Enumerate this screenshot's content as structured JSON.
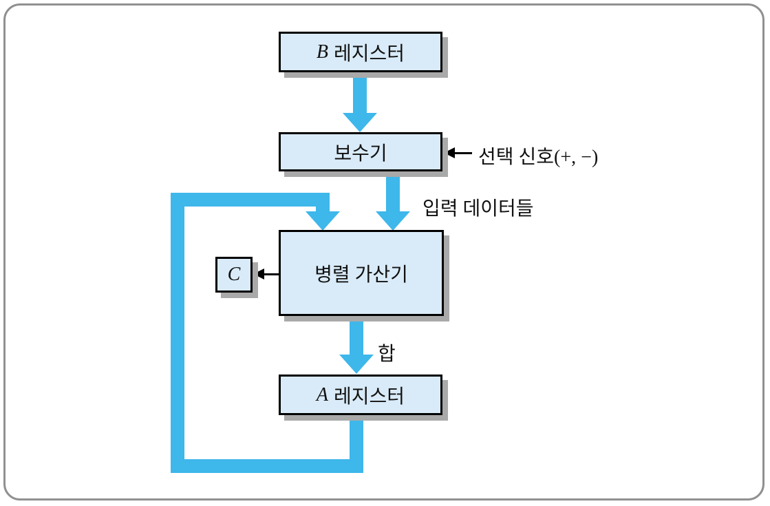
{
  "diagram": {
    "title_domain": "register-adder-block-diagram",
    "boxes": {
      "b_register": {
        "variable": "B",
        "label": "레지스터"
      },
      "complementer": {
        "label": "보수기"
      },
      "parallel_adder": {
        "label": "병렬 가산기"
      },
      "carry": {
        "variable": "C"
      },
      "a_register": {
        "variable": "A",
        "label": "레지스터"
      }
    },
    "annotations": {
      "select_signal": "선택 신호(+, −)",
      "input_data": "입력 데이터들",
      "sum": "합"
    },
    "colors": {
      "box_fill": "#d9ebf8",
      "arrow_blue": "#3eb7ea",
      "shadow": "#a9a9a9",
      "line": "#000000",
      "frame": "#909090"
    }
  }
}
